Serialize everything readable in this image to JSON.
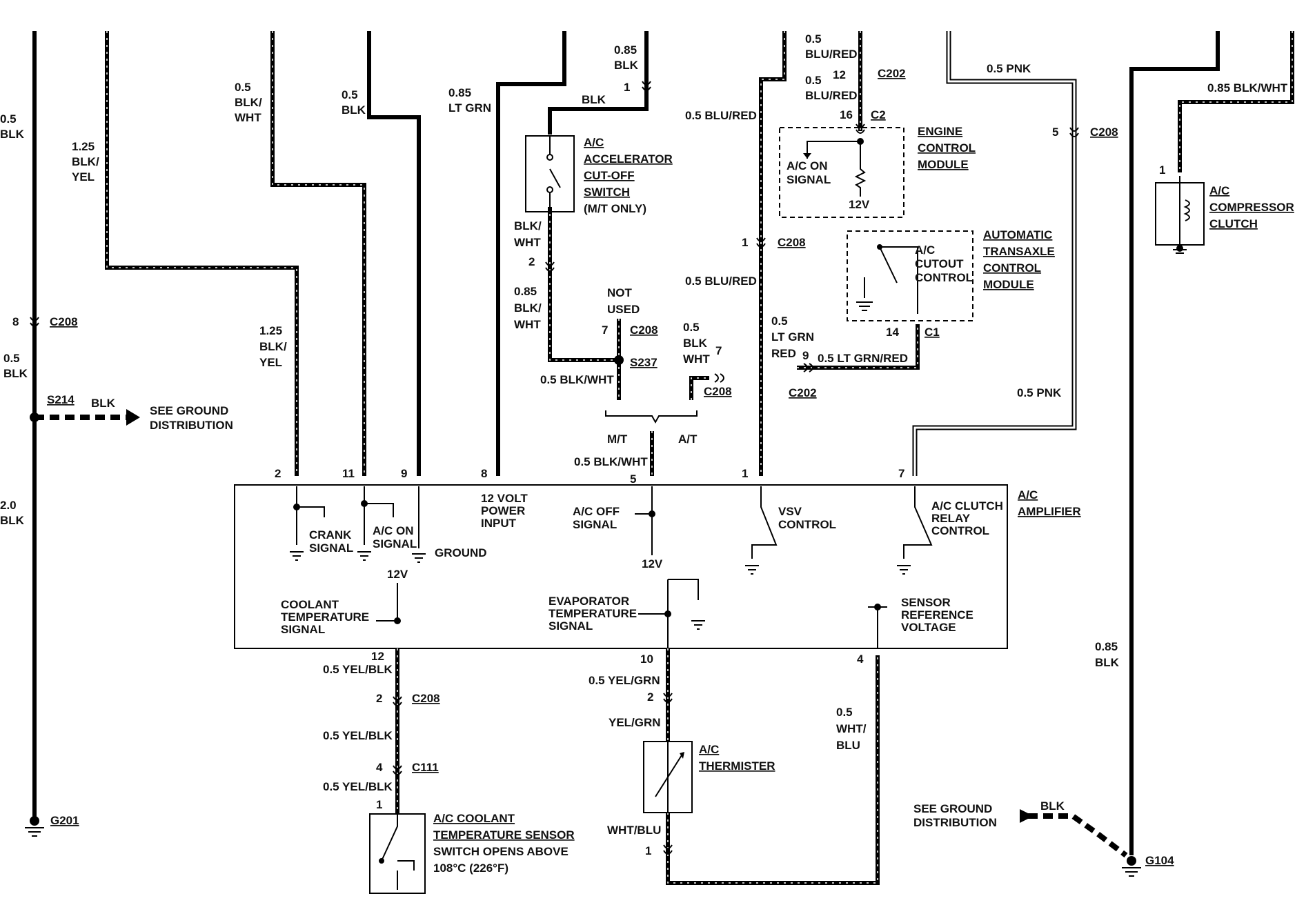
{
  "wires_top": {
    "w1": "0.5",
    "w1b": "BLK",
    "w2a": "1.25",
    "w2b": "BLK/",
    "w2c": "YEL",
    "w3a": "0.5",
    "w3b": "BLK/",
    "w3c": "WHT",
    "w4a": "0.5",
    "w4b": "BLK",
    "w5a": "0.85",
    "w5b": "LT GRN",
    "w6a": "0.85",
    "w6b": "BLK",
    "w6pin": "1",
    "blk": "BLK",
    "w7": "0.5 BLU/RED",
    "w8a": "0.5",
    "w8b": "BLU/RED",
    "w8pin": "12",
    "w8conn": "C202",
    "w8c": "0.5",
    "w8d": "BLU/RED",
    "c2pin": "16",
    "c2": "C2",
    "pnk": "0.5 PNK",
    "w9": "0.85 BLK/WHT"
  },
  "left": {
    "pin8": "8",
    "c208": "C208",
    "w05": "0.5",
    "wblk": "BLK",
    "s214": "S214",
    "blk": "BLK",
    "see_ground": "SEE GROUND",
    "distribution": "DISTRIBUTION",
    "w20": "2.0",
    "w20b": "BLK",
    "g201": "G201"
  },
  "crank_wire": {
    "a": "1.25",
    "b": "BLK/",
    "c": "YEL"
  },
  "switch": {
    "l1": "A/C",
    "l2": "ACCELERATOR",
    "l3": "CUT-OFF",
    "l4": "SWITCH",
    "l5": "(M/T ONLY)",
    "wa": "BLK/",
    "wb": "WHT",
    "pin2": "2",
    "w085": "0.85",
    "w085b": "BLK/",
    "w085c": "WHT",
    "not": "NOT",
    "used": "USED",
    "pin7": "7",
    "c208": "C208",
    "s237": "S237",
    "blkwht": "0.5 BLK/WHT",
    "mt": "M/T",
    "at": "A/T",
    "c208b": "C208",
    "at_w1": "0.5",
    "at_w2": "BLK",
    "at_w3": "WHT",
    "at_pin": "7"
  },
  "ecm": {
    "l1": "ENGINE",
    "l2": "CONTROL",
    "l3": "MODULE",
    "sig1": "A/C ON",
    "sig2": "SIGNAL",
    "v12": "12V"
  },
  "tcm": {
    "l1": "AUTOMATIC",
    "l2": "TRANSAXLE",
    "l3": "CONTROL",
    "l4": "MODULE",
    "s1": "A/C",
    "s2": "CUTOUT",
    "s3": "CONTROL",
    "pin14": "14",
    "c1": "C1"
  },
  "mid": {
    "pin1": "1",
    "c208": "C208",
    "blured": "0.5 BLU/RED",
    "w05": "0.5",
    "ltgrn": "LT GRN",
    "red": "RED",
    "pin9": "9",
    "ltgrnred": "0.5 LT GRN/RED",
    "c202": "C202",
    "pin5": "5",
    "c208b": "C208",
    "pnk": "0.5 PNK"
  },
  "compressor": {
    "pin1": "1",
    "l1": "A/C",
    "l2": "COMPRESSOR",
    "l3": "CLUTCH"
  },
  "amp": {
    "title1": "A/C",
    "title2": "AMPLIFIER",
    "p2": "2",
    "p11": "11",
    "p9": "9",
    "p8": "8",
    "p5": "5",
    "p1": "1",
    "p7": "7",
    "p5wire": "0.5 BLK/WHT",
    "crank1": "CRANK",
    "crank2": "SIGNAL",
    "acon1": "A/C ON",
    "acon2": "SIGNAL",
    "ground": "GROUND",
    "pwr1": "12 VOLT",
    "pwr2": "POWER",
    "pwr3": "INPUT",
    "acoff1": "A/C OFF",
    "acoff2": "SIGNAL",
    "v12a": "12V",
    "vsv1": "VSV",
    "vsv2": "CONTROL",
    "clutch1": "A/C CLUTCH",
    "clutch2": "RELAY",
    "clutch3": "CONTROL",
    "v12b": "12V",
    "cool1": "COOLANT",
    "cool2": "TEMPERATURE",
    "cool3": "SIGNAL",
    "evap1": "EVAPORATOR",
    "evap2": "TEMPERATURE",
    "evap3": "SIGNAL",
    "ref1": "SENSOR",
    "ref2": "REFERENCE",
    "ref3": "VOLTAGE"
  },
  "bottom": {
    "p12": "12",
    "yelblk1": "0.5 YEL/BLK",
    "p2": "2",
    "c208": "C208",
    "yelblk2": "0.5 YEL/BLK",
    "p4": "4",
    "c111": "C111",
    "yelblk3": "0.5 YEL/BLK",
    "p1": "1",
    "cts1": "A/C COOLANT",
    "cts2": "TEMPERATURE SENSOR",
    "cts3": "SWITCH OPENS ABOVE",
    "cts4": "108°C (226°F)",
    "p10": "10",
    "yelgrn": "0.5 YEL/GRN",
    "p2b": "2",
    "yelgrn2": "YEL/GRN",
    "th1": "A/C",
    "th2": "THERMISTER",
    "whtblu": "WHT/BLU",
    "p1b": "1",
    "p4b": "4",
    "w05": "0.5",
    "wht": "WHT/",
    "blu": "BLU"
  },
  "right_bottom": {
    "w085": "0.85",
    "blk": "BLK",
    "see": "SEE GROUND",
    "dist": "DISTRIBUTION",
    "blk2": "BLK",
    "g104": "G104"
  }
}
